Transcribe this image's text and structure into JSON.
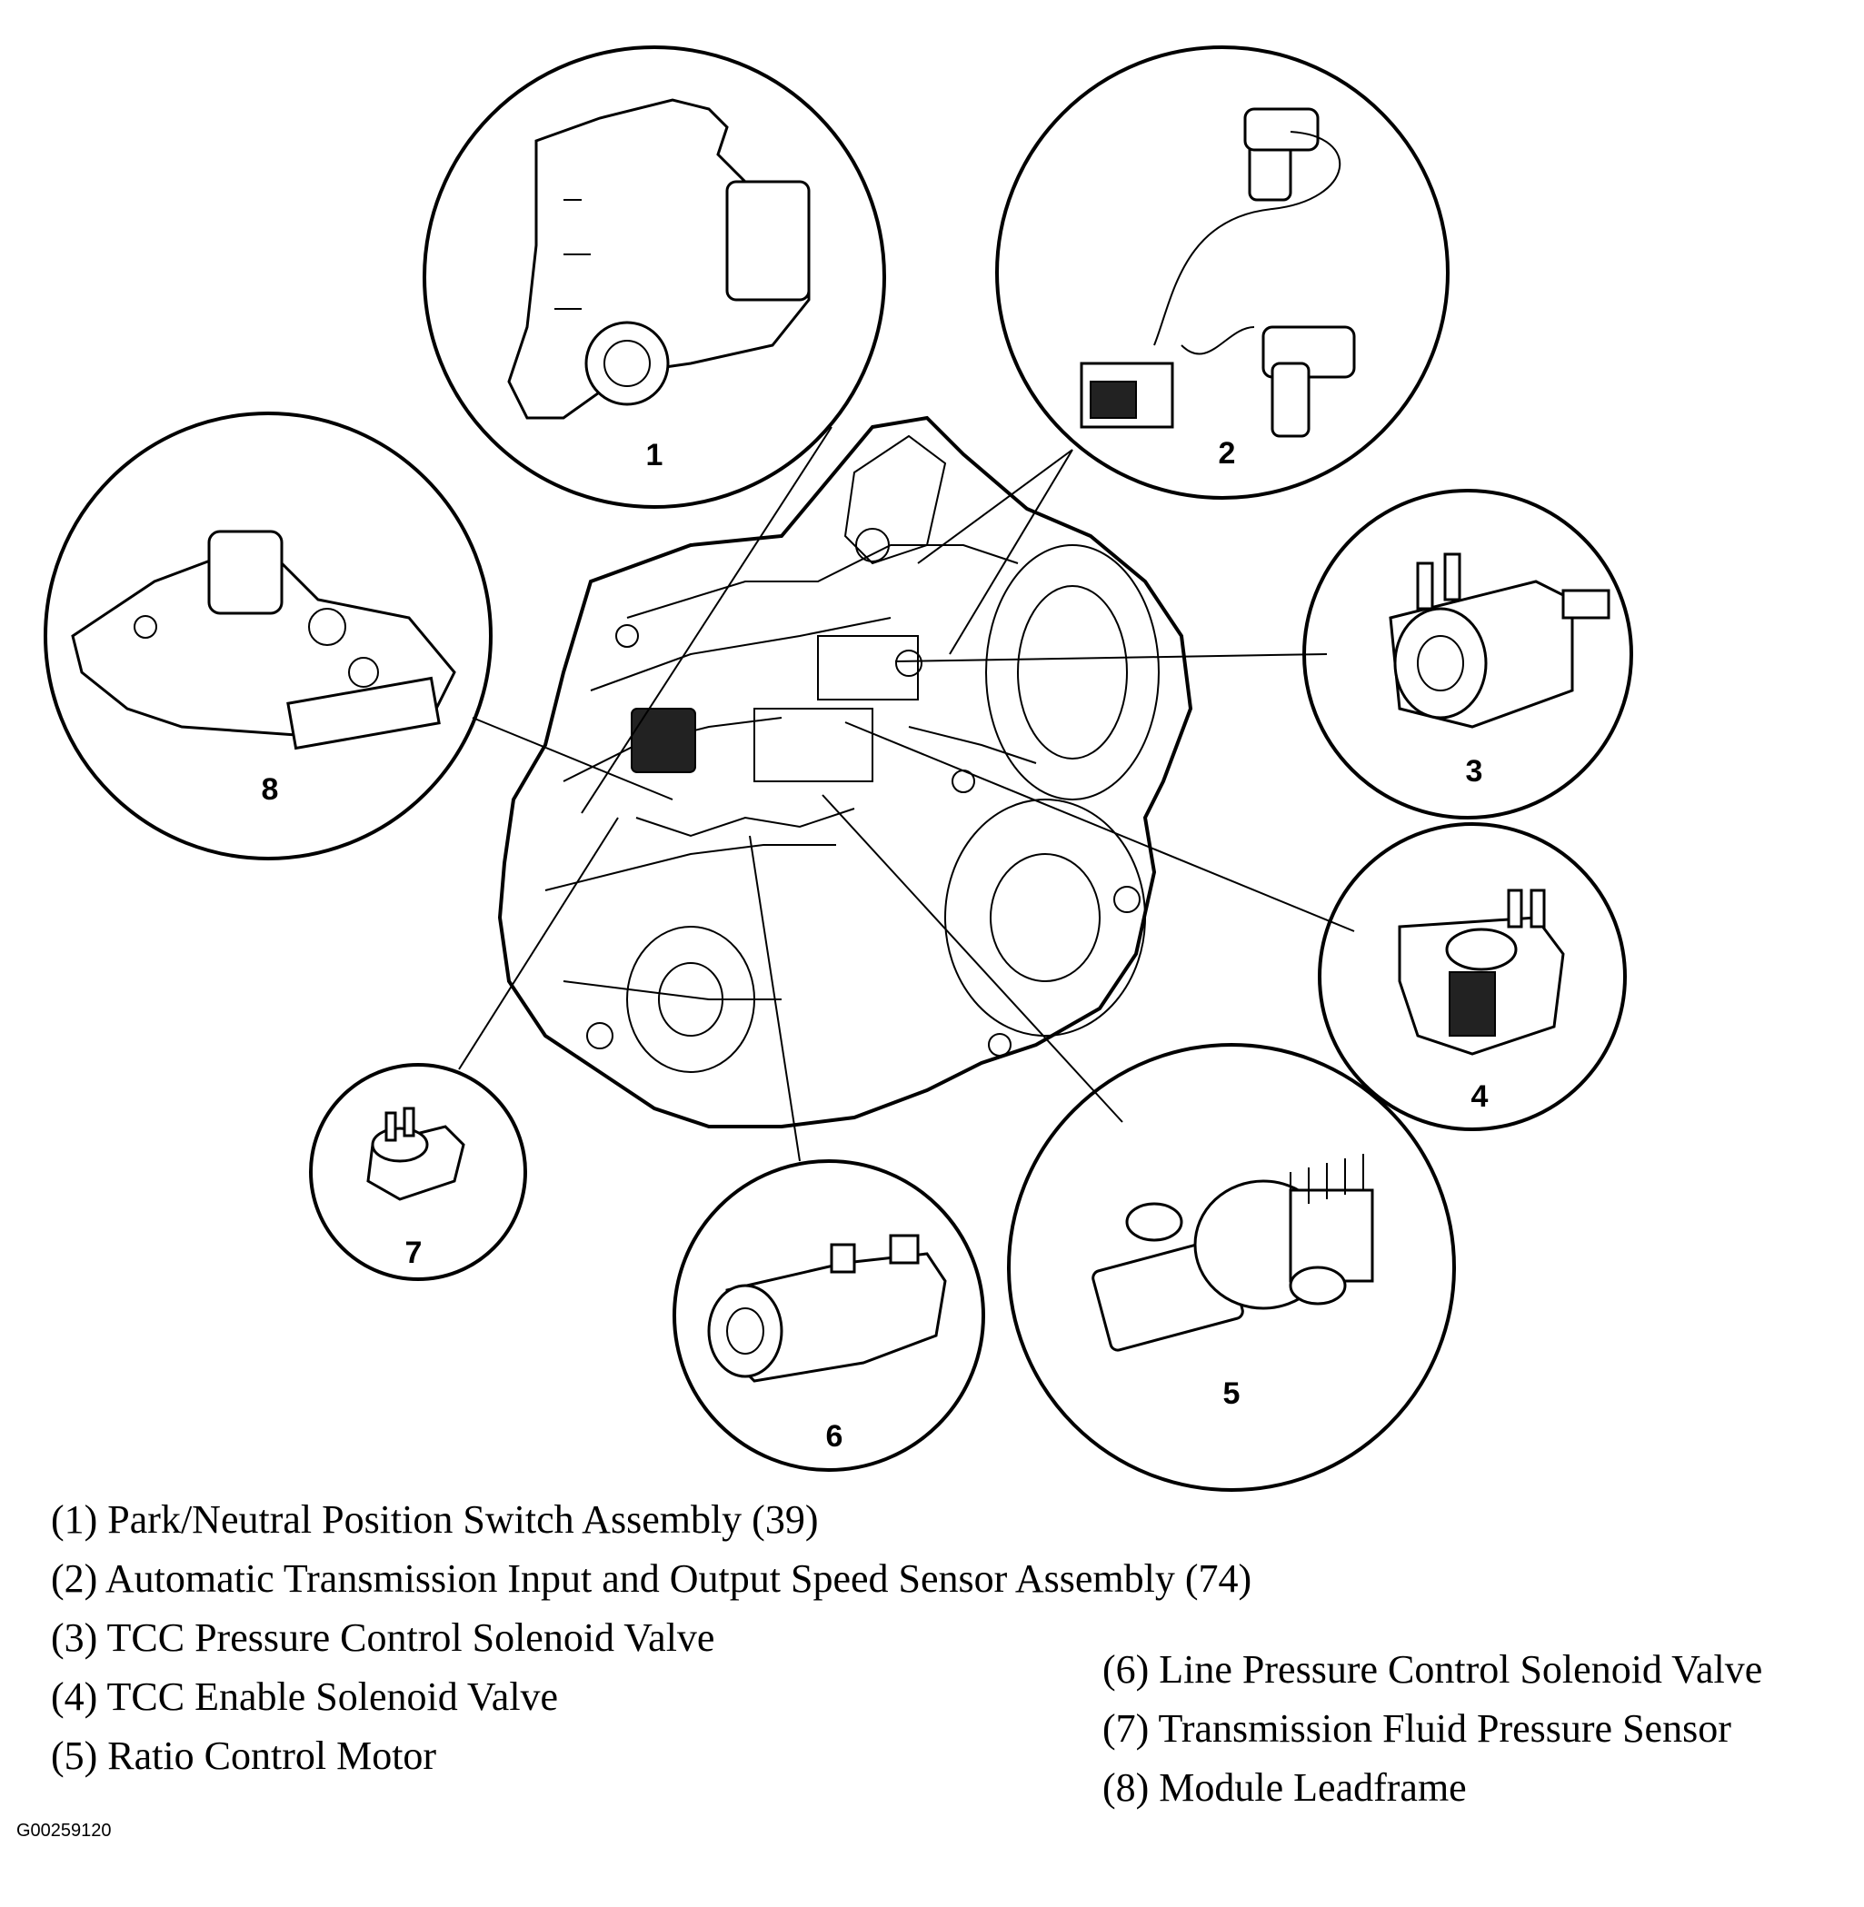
{
  "callouts": [
    {
      "num": "1"
    },
    {
      "num": "2"
    },
    {
      "num": "3"
    },
    {
      "num": "4"
    },
    {
      "num": "5"
    },
    {
      "num": "6"
    },
    {
      "num": "7"
    },
    {
      "num": "8"
    }
  ],
  "legend_left": [
    "(1) Park/Neutral Position Switch Assembly (39)",
    "(2) Automatic Transmission Input and Output Speed Sensor Assembly (74)",
    "(3) TCC Pressure Control Solenoid Valve",
    "(4) TCC Enable Solenoid Valve",
    "(5) Ratio Control Motor"
  ],
  "legend_right": [
    "(6) Line Pressure Control Solenoid Valve",
    "(7) Transmission Fluid Pressure Sensor",
    "(8) Module Leadframe"
  ],
  "figure_id": "G00259120"
}
